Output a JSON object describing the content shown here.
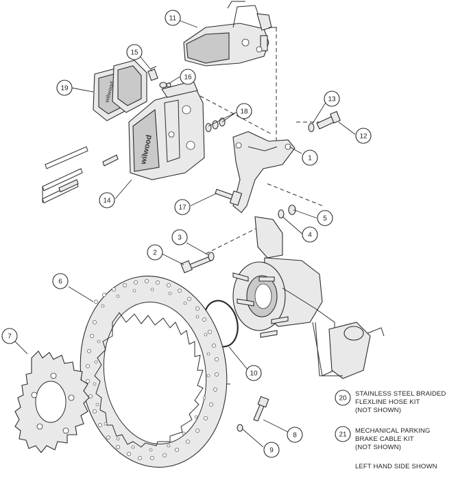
{
  "callouts": [
    "1",
    "2",
    "3",
    "4",
    "5",
    "6",
    "7",
    "8",
    "9",
    "10",
    "11",
    "12",
    "13",
    "14",
    "15",
    "16",
    "17",
    "18",
    "19",
    "20",
    "21"
  ],
  "notes": [
    {
      "number": "20",
      "lines": [
        "STAINLESS STEEL BRAIDED",
        "FLEXLINE HOSE KIT",
        "(NOT SHOWN)"
      ]
    },
    {
      "number": "21",
      "lines": [
        "MECHANICAL PARKING",
        "BRAKE CABLE KIT",
        "(NOT SHOWN)"
      ]
    }
  ],
  "footer_note": "LEFT HAND SIDE SHOWN",
  "brand_marks": [
    "wilwood",
    "wilwood"
  ]
}
